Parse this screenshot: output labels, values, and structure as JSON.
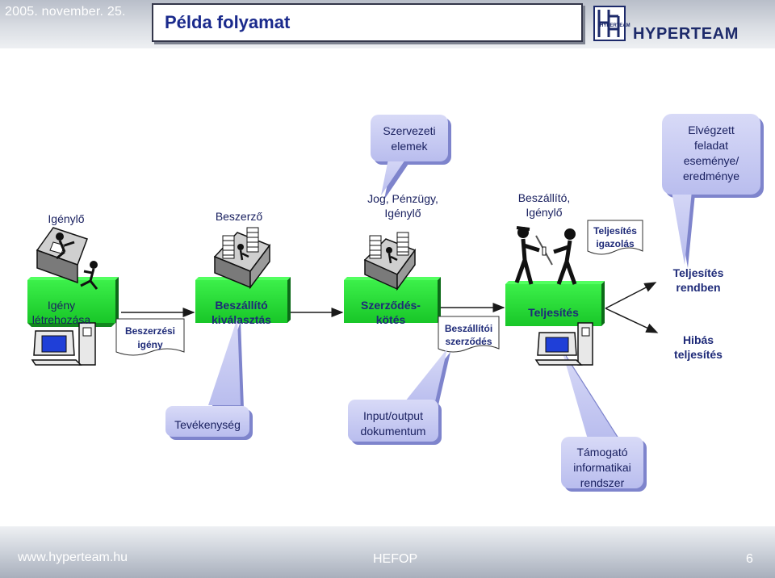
{
  "header": {
    "date": "2005. november. 25.",
    "title": "Példa folyamat",
    "logo_small": "HYPERTEAM",
    "logo_text": "HYPERTEAM"
  },
  "roles": {
    "igenylo": "Igénylő",
    "beszerzo": "Beszerző",
    "jog_line1": "Jog, Pénzügy,",
    "jog_line2": "Igénylő",
    "besz_line1": "Beszállító,",
    "besz_line2": "Igénylő"
  },
  "activities": {
    "a1_line1": "Igény",
    "a1_line2": "létrehozása",
    "a2_line1": "Beszállító",
    "a2_line2": "kiválasztás",
    "a3_line1": "Szerződés-",
    "a3_line2": "kötés",
    "a4": "Teljesítés",
    "teljesites_rendben_line1": "Teljesítés",
    "teljesites_rendben_line2": "rendben",
    "hibas_line1": "Hibás",
    "hibas_line2": "teljesítés"
  },
  "documents": {
    "d1_line1": "Beszerzési",
    "d1_line2": "igény",
    "d2_line1": "Beszállítói",
    "d2_line2": "szerződés",
    "d3_line1": "Teljesítés",
    "d3_line2": "igazolás"
  },
  "callouts": {
    "szervezeti_line1": "Szervezeti",
    "szervezeti_line2": "elemek",
    "elvegzett_line1": "Elvégzett",
    "elvegzett_line2": "feladat",
    "elvegzett_line3": "eseménye/",
    "elvegzett_line4": "eredménye",
    "tevekenyseg": "Tevékenység",
    "io_line1": "Input/output",
    "io_line2": "dokumentum",
    "tamogato_line1": "Támogató",
    "tamogato_line2": "informatikai",
    "tamogato_line3": "rendszer"
  },
  "footer": {
    "url": "www.hyperteam.hu",
    "center": "HEFOP",
    "page": "6"
  },
  "colors": {
    "activity_green": "#22dd33",
    "activity_shadow": "#0f7a1c",
    "callout_fill": "#c9ccf2",
    "text_navy": "#1e2a78"
  }
}
